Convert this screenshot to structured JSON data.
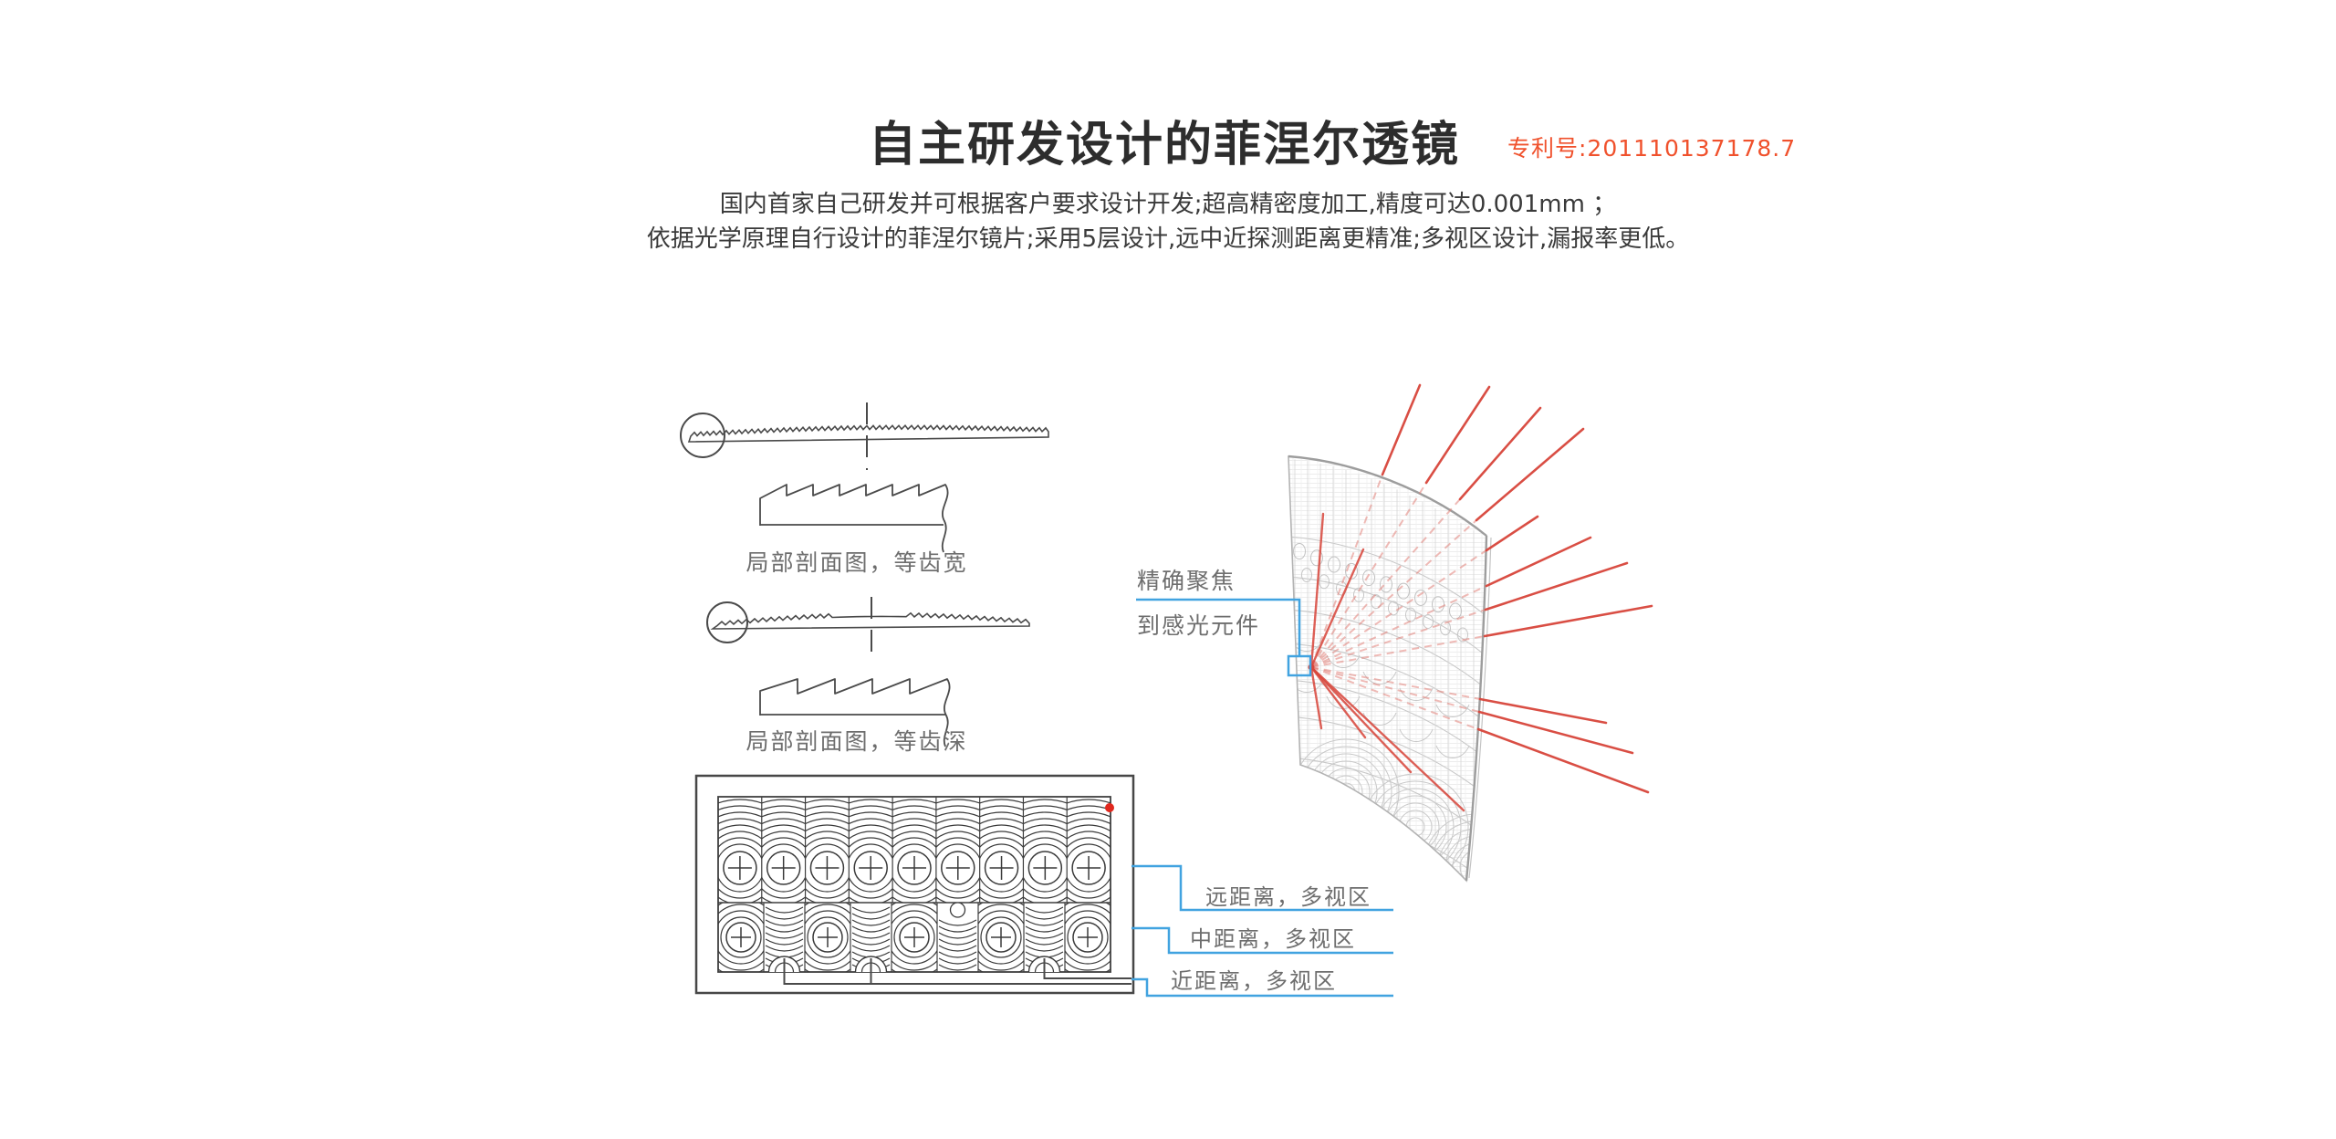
{
  "header": {
    "title": "自主研发设计的菲涅尔透镜",
    "patent": "专利号:201110137178.7",
    "desc_line1": "国内首家自己研发并可根据客户要求设计开发;超高精密度加工,精度可达0.001mm ；",
    "desc_line2": "依据光学原理自行设计的菲涅尔镜片;采用5层设计,远中近探测距离更精准;多视区设计,漏报率更低。"
  },
  "diagram_labels": {
    "profile_equal_width": "局部剖面图，等齿宽",
    "profile_equal_depth": "局部剖面图，等齿深",
    "focus_line1": "精确聚焦",
    "focus_line2": "到感光元件",
    "zone_far": "远距离，多视区",
    "zone_mid": "中距离，多视区",
    "zone_near": "近距离，多视区"
  },
  "icons": {
    "focus_marker": "focus-square-icon",
    "lens_origin_dot": "red-dot-icon",
    "magnifier_circles": "magnifier-circle-icon"
  },
  "colors": {
    "title_black": "#2d2d2d",
    "accent_orange": "#f0512c",
    "leader_blue": "#41a3e0",
    "ray_red": "#d8453a",
    "ray_red_faint": "#e2837b",
    "diagram_line": "#4a4a4a",
    "label_gray": "#6e6e6e",
    "sheet_gray": "#c6c6c6",
    "red_dot": "#e0281e"
  }
}
